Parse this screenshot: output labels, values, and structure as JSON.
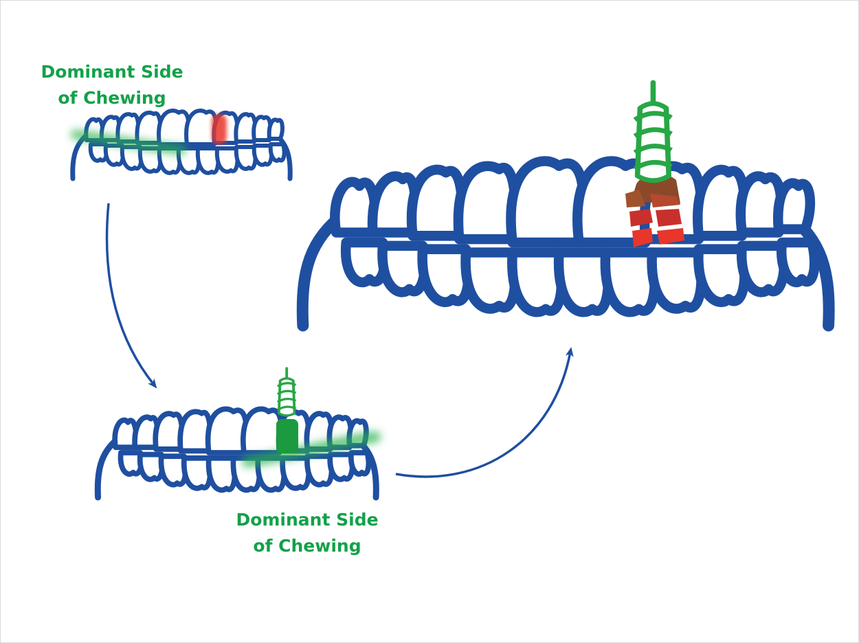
{
  "labels": {
    "top": {
      "line1": "Dominant Side",
      "line2": "of Chewing"
    },
    "bottom": {
      "line1": "Dominant Side",
      "line2": "of Chewing"
    }
  },
  "colors": {
    "teeth_outline": "#1f4fa0",
    "label_green": "#13a14a",
    "implant_green": "#27a745",
    "chewing_glow": "#2bb24c",
    "problem_red": "#e8362a",
    "crown_brown": "#8a4a2a",
    "fracture_red": "#c9302c",
    "arrow": "#1f4fa0"
  },
  "icons": [
    "implant-screw-icon",
    "fractured-crown-icon",
    "arrow-icon"
  ]
}
